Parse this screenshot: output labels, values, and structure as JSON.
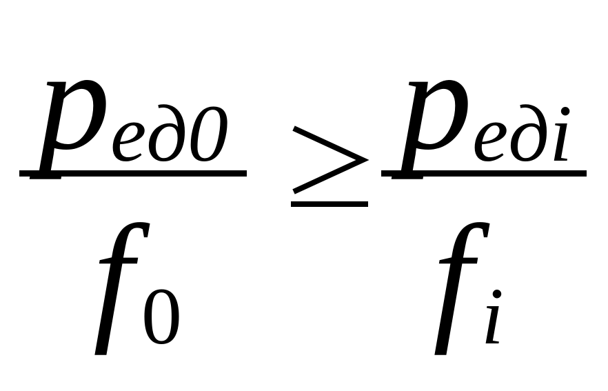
{
  "formula": {
    "left": {
      "numerator": {
        "base": "p",
        "subscript": "eд0"
      },
      "denominator": {
        "base": "f",
        "subscript": "0"
      }
    },
    "operator": "≥",
    "right": {
      "numerator": {
        "base": "p",
        "subscript": "eдi"
      },
      "denominator": {
        "base": "f",
        "subscript": "i"
      }
    }
  }
}
